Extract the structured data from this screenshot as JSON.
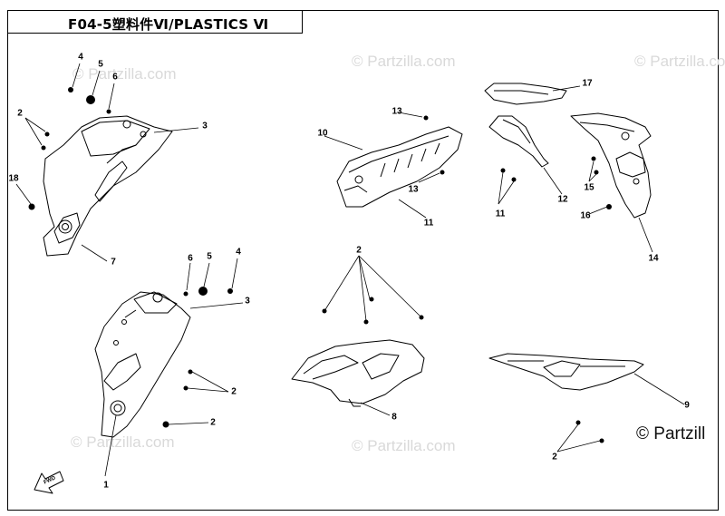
{
  "title": "F04-5塑料件Ⅵ/PLASTICS Ⅵ",
  "watermark": "© Partzilla.com",
  "watermark_corner": "© Partzill",
  "callouts": {
    "c1": "1",
    "c2a": "2",
    "c2b": "2",
    "c2c": "2",
    "c2d": "2",
    "c2e": "2",
    "c3a": "3",
    "c3b": "3",
    "c4a": "4",
    "c4b": "4",
    "c5a": "5",
    "c5b": "5",
    "c6a": "6",
    "c6b": "6",
    "c7": "7",
    "c8": "8",
    "c9": "9",
    "c10": "10",
    "c11a": "11",
    "c11b": "11",
    "c12": "12",
    "c13a": "13",
    "c13b": "13",
    "c14": "14",
    "c15": "15",
    "c16": "16",
    "c17": "17",
    "c18": "18"
  },
  "fwd_label": "FWD",
  "colors": {
    "line": "#000000",
    "watermark": "#d9d9d9"
  }
}
